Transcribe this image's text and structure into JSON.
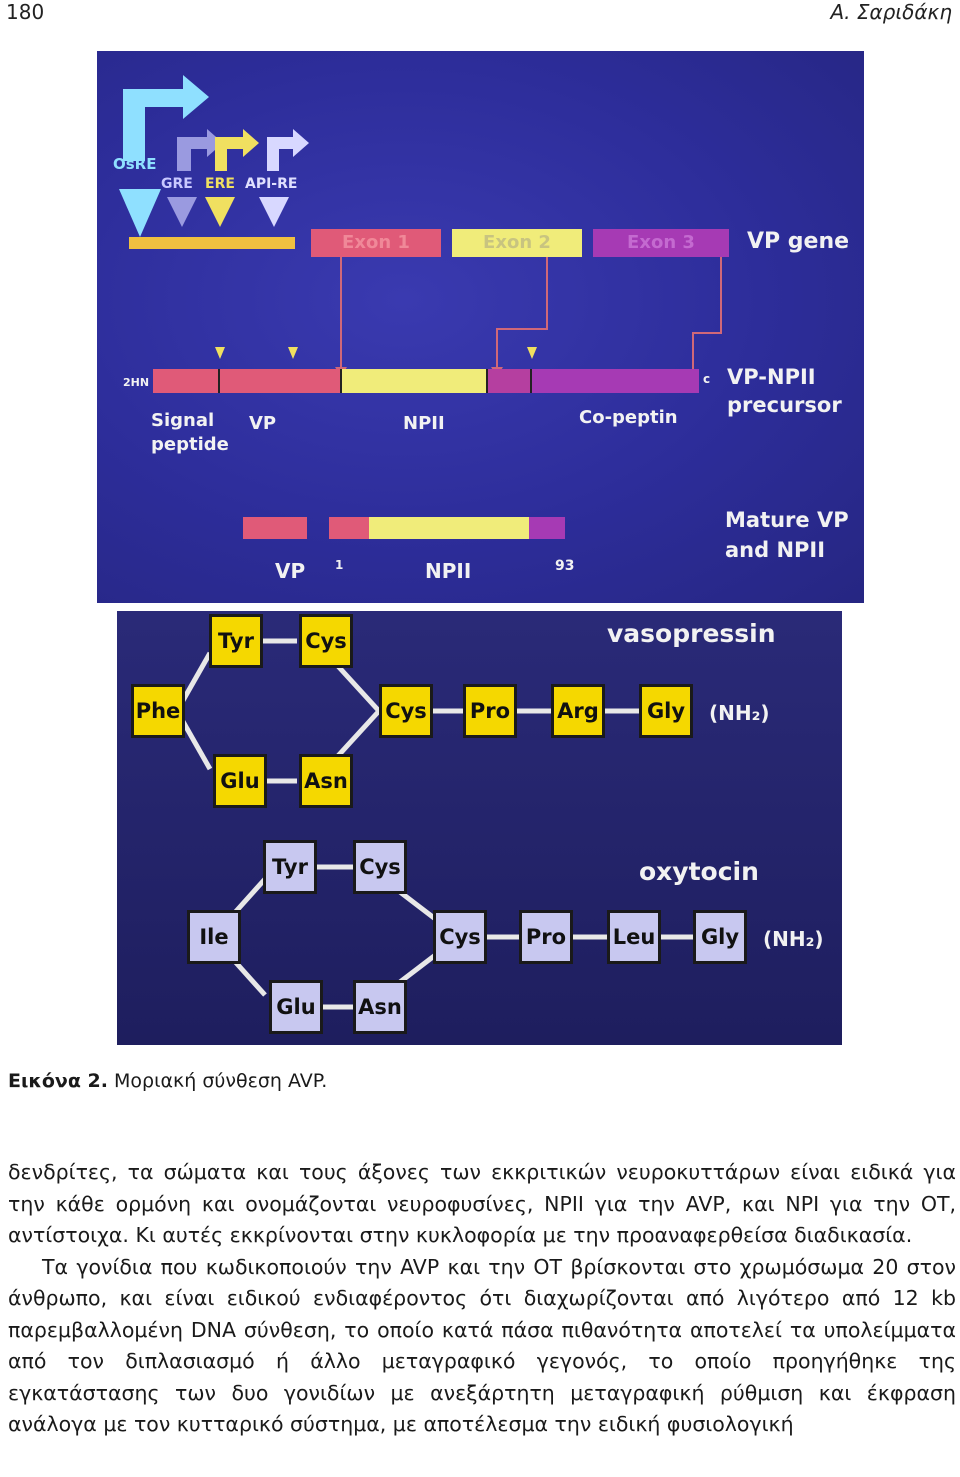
{
  "header": {
    "page_number": "180",
    "author": "Α. Σαριδάκη"
  },
  "figure_top": {
    "promoters": [
      "OsRE",
      "GRE",
      "ERE",
      "API-RE"
    ],
    "exons": [
      "Exon 1",
      "Exon 2",
      "Exon 3"
    ],
    "gene_label": "VP gene",
    "precursor_label": "VP-NPII\nprecursor",
    "nh_label": "2HN",
    "c_label": "c",
    "precursor_segments": [
      "Signal\npeptide",
      "VP",
      "NPII",
      "Co-peptin"
    ],
    "mature_label": "Mature VP\nand NPII",
    "mature_segments": [
      "VP",
      "1",
      "NPII",
      "93"
    ],
    "colors": {
      "exon1": "#e05a78",
      "exon2": "#f0ec7a",
      "exon3": "#a63ab4",
      "promoter": "#8fe0ff",
      "gre": "#9a9ae0",
      "ere": "#f0e060",
      "bar": "#f0c040"
    }
  },
  "figure_bottom": {
    "vasopressin": {
      "title": "vasopressin",
      "residues": [
        "Tyr",
        "Cys",
        "Phe",
        "Cys",
        "Pro",
        "Arg",
        "Gly",
        "Glu",
        "Asn"
      ],
      "terminal": "(NH₂)"
    },
    "oxytocin": {
      "title": "oxytocin",
      "residues": [
        "Tyr",
        "Cys",
        "Ile",
        "Cys",
        "Pro",
        "Leu",
        "Gly",
        "Glu",
        "Asn"
      ],
      "terminal": "(NH₂)"
    }
  },
  "caption": {
    "label": "Εικόνα 2.",
    "text": " Μοριακή σύνθεση AVP."
  },
  "paragraphs": [
    "δενδρίτες, τα σώματα και τους άξονες των εκκριτικών νευροκυττάρων είναι ειδικά για την κάθε ορμόνη και ονομάζονται νευροφυσίνες, NPII για την AVP, και NPI για την OT, αντίστοιχα. Κι αυτές εκκρίνονται στην κυκλοφορία με την προαναφερθείσα διαδικασία.",
    "Τα γονίδια που κωδικοποιούν την AVP και την OT βρίσκονται στο χρωμόσωμα 20 στον άνθρωπο, και είναι ειδικού ενδιαφέροντος ότι διαχωρίζονται από λιγότερο από 12 kb παρεμβαλλομένη DNA σύνθεση, το οποίο κατά πάσα πιθανότητα αποτελεί τα υπολείμματα από τον διπλασιασμό ή άλλο μεταγραφικό γεγονός, το οποίο προηγήθηκε της εγκατάστασης των δυο γονιδίων με ανεξάρτητη μεταγραφική ρύθμιση και έκφραση ανάλογα με τον κυτταρικό σύστημα, με αποτέλεσμα την ειδική φυσιολογική"
  ]
}
